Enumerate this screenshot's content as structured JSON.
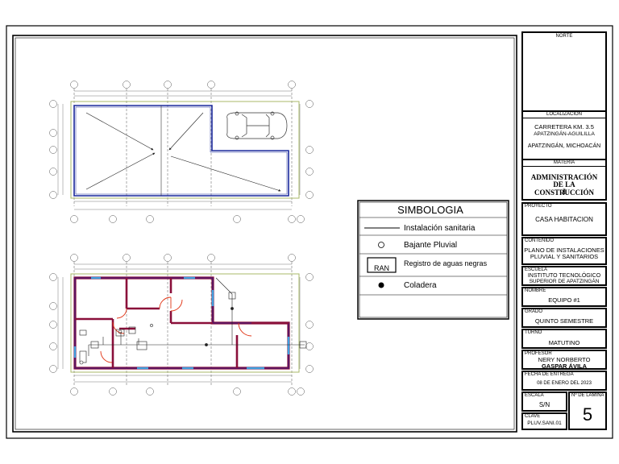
{
  "symbology": {
    "title": "SIMBOLOGIA",
    "items": [
      {
        "symbol": "line",
        "label": "Instalación  sanitaria"
      },
      {
        "symbol": "circle-open",
        "label": "Bajante Pluvial"
      },
      {
        "symbol": "box",
        "box_text": "RAN",
        "label": "Registro de aguas negras"
      },
      {
        "symbol": "circle-filled",
        "label": "Coladera"
      }
    ]
  },
  "title_block": {
    "norte_label": "NORTE",
    "localizacion_label": "LOCALIZACION",
    "localizacion_lines": [
      "CARRETERA KM. 3.5",
      "APATZINGÁN-AGUILILLA",
      "APATZINGÁN, MICHOACÁN"
    ],
    "materia_label": "MATERIA",
    "materia_lines": [
      "ADMINISTRACIÓN",
      "DE LA CONSTRUCCIÓN",
      "I"
    ],
    "proyecto_label": "PROYECTO",
    "proyecto": "CASA HABITACION",
    "contenido_label": "CONTENIDO",
    "contenido_lines": [
      "PLANO DE INSTALACIONES",
      "PLUVIAL Y SANITARIOS"
    ],
    "escuela_label": "ESCUELA",
    "escuela_lines": [
      "INSTITUTO TECNOLÓGICO",
      "SUPERIOR DE APATZINGÁN"
    ],
    "nombre_label": "NOMBRE",
    "nombre": "EQUIPO #1",
    "grado_label": "GRADO",
    "grado": "QUINTO SEMESTRE",
    "turno_label": "TURNO",
    "turno": "MATUTINO",
    "profesor_label": "PROFESOR",
    "profesor_lines": [
      "NERY NORBERTO",
      "GASPAR ÁVILA"
    ],
    "fecha_label": "FECHA DE ENTREGA",
    "fecha": "08 DE ENERO DEL 2023",
    "escala_label": "ESCALA",
    "escala": "S/N",
    "lamina_label": "Nº DE LAMINA",
    "lamina": "5",
    "clave_label": "CLAVE",
    "clave": "PLUV.SANI.01"
  },
  "colors": {
    "line": "#000000",
    "roof_outline": "#1c2a9c",
    "wall": "#8a0f3a",
    "wall_core": "#1b1f9a",
    "window": "#3fa0e0",
    "door": "#e03010",
    "lot_line": "#a9b86a",
    "grid": "#555555",
    "compass_red": "#d01818",
    "compass_cyan": "#19c6d0"
  }
}
